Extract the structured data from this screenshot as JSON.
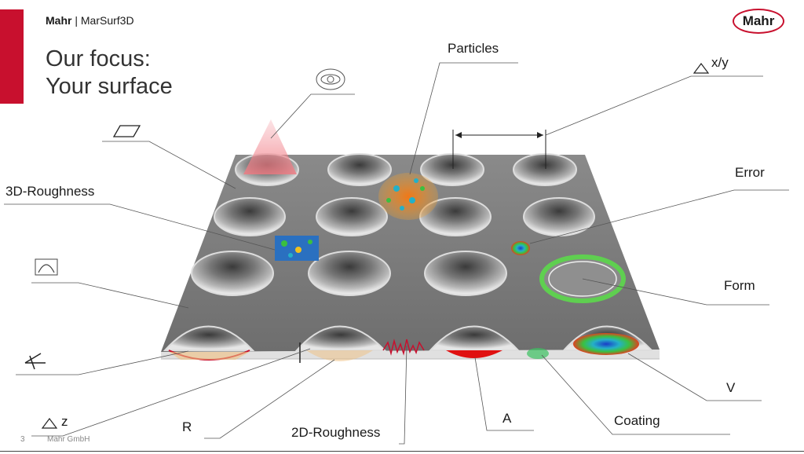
{
  "header": {
    "brand_bold": "Mahr",
    "brand_rest": "| MarSurf3D",
    "title_line1": "Our focus:",
    "title_line2": "Your surface",
    "logo": "Mahr"
  },
  "labels": {
    "particles": "Particles",
    "xy": "x/y",
    "error": "Error",
    "roughness3d": "3D-Roughness",
    "form": "Form",
    "z": "z",
    "r": "R",
    "roughness2d": "2D-Roughness",
    "a": "A",
    "coating": "Coating",
    "v": "V"
  },
  "footer": {
    "page_number": "3",
    "company": "Mahr GmbH"
  },
  "icons": [
    "eye-icon",
    "parallelogram-icon",
    "arc-icon",
    "angle-icon",
    "delta-icon"
  ],
  "colors": {
    "accent": "#c8102e"
  }
}
